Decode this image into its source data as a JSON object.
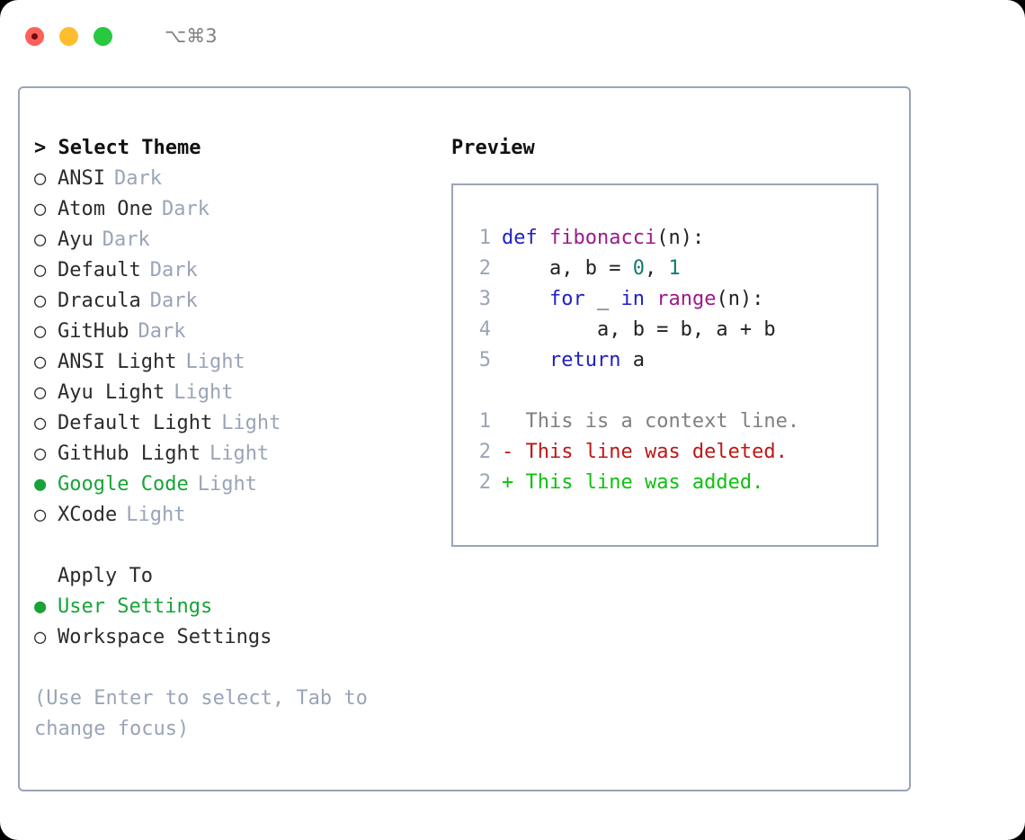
{
  "titlebar": {
    "lights": [
      {
        "name": "close",
        "color": "#ff6059"
      },
      {
        "name": "minimize",
        "color": "#ffbd2e"
      },
      {
        "name": "zoom",
        "color": "#28c840"
      }
    ],
    "shortcut": "⌥⌘3"
  },
  "theme_picker": {
    "header_marker": ">",
    "header": "Select Theme",
    "selected_theme": "Google Code",
    "items": [
      {
        "marker": "○",
        "name": "ANSI",
        "tag": "Dark",
        "selected": false
      },
      {
        "marker": "○",
        "name": "Atom One",
        "tag": "Dark",
        "selected": false
      },
      {
        "marker": "○",
        "name": "Ayu",
        "tag": "Dark",
        "selected": false
      },
      {
        "marker": "○",
        "name": "Default",
        "tag": "Dark",
        "selected": false
      },
      {
        "marker": "○",
        "name": "Dracula",
        "tag": "Dark",
        "selected": false
      },
      {
        "marker": "○",
        "name": "GitHub",
        "tag": "Dark",
        "selected": false
      },
      {
        "marker": "○",
        "name": "ANSI Light",
        "tag": "Light",
        "selected": false
      },
      {
        "marker": "○",
        "name": "Ayu Light",
        "tag": "Light",
        "selected": false
      },
      {
        "marker": "○",
        "name": "Default Light",
        "tag": "Light",
        "selected": false
      },
      {
        "marker": "○",
        "name": "GitHub Light",
        "tag": "Light",
        "selected": false
      },
      {
        "marker": "●",
        "name": "Google Code",
        "tag": "Light",
        "selected": true
      },
      {
        "marker": "○",
        "name": "XCode",
        "tag": "Light",
        "selected": false
      }
    ]
  },
  "apply_to": {
    "header": "Apply To",
    "selected_option": "User Settings",
    "options": [
      {
        "marker": "●",
        "label": "User Settings",
        "selected": true
      },
      {
        "marker": "○",
        "label": "Workspace Settings",
        "selected": false
      }
    ]
  },
  "hint": "(Use Enter to select, Tab to change focus)",
  "preview": {
    "title": "Preview",
    "code_lines": [
      {
        "number": "1",
        "tokens": [
          {
            "text": "def ",
            "kind": "kw"
          },
          {
            "text": "fibonacci",
            "kind": "fn"
          },
          {
            "text": "(n):",
            "kind": "plain"
          }
        ]
      },
      {
        "number": "2",
        "tokens": [
          {
            "text": "    a, b = ",
            "kind": "plain"
          },
          {
            "text": "0",
            "kind": "num"
          },
          {
            "text": ", ",
            "kind": "plain"
          },
          {
            "text": "1",
            "kind": "num"
          }
        ]
      },
      {
        "number": "3",
        "tokens": [
          {
            "text": "    ",
            "kind": "plain"
          },
          {
            "text": "for",
            "kind": "kw"
          },
          {
            "text": " _ ",
            "kind": "plain"
          },
          {
            "text": "in",
            "kind": "kw"
          },
          {
            "text": " ",
            "kind": "plain"
          },
          {
            "text": "range",
            "kind": "fn"
          },
          {
            "text": "(n):",
            "kind": "plain"
          }
        ]
      },
      {
        "number": "4",
        "tokens": [
          {
            "text": "        a, b = b, a + b",
            "kind": "plain"
          }
        ]
      },
      {
        "number": "5",
        "tokens": [
          {
            "text": "    ",
            "kind": "plain"
          },
          {
            "text": "return",
            "kind": "kw"
          },
          {
            "text": " a",
            "kind": "plain"
          }
        ]
      }
    ],
    "diff_lines": [
      {
        "number": "1",
        "sign": " ",
        "text": "This is a context line.",
        "kind": "context"
      },
      {
        "number": "2",
        "sign": "-",
        "text": "This line was deleted.",
        "kind": "deleted"
      },
      {
        "number": "2",
        "sign": "+",
        "text": "This line was added.",
        "kind": "added"
      }
    ]
  },
  "colors": {
    "accent_green": "#18a338",
    "muted": "#9aa4b8",
    "border": "#9aa4b8",
    "keyword": "#2020c8",
    "function": "#9b1a8c",
    "number": "#0f7b72",
    "diff_added": "#10c010",
    "diff_deleted": "#c01616",
    "diff_context": "#808080"
  }
}
